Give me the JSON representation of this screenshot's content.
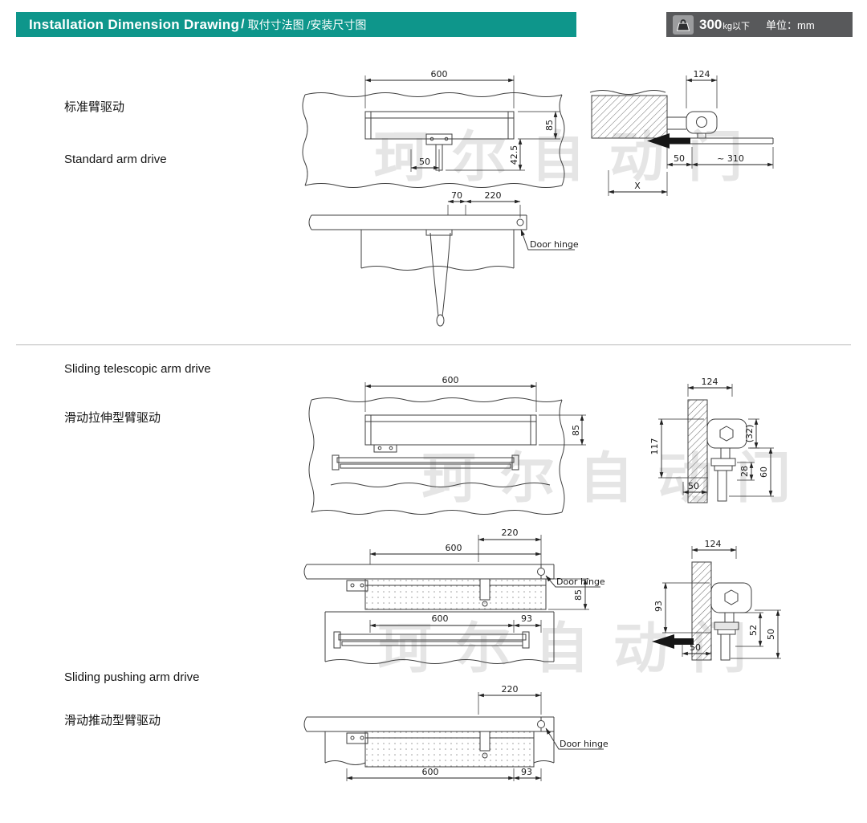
{
  "header": {
    "title_en": "Installation Dimension Drawing",
    "sep": "/",
    "title_cn": "取付寸法图 /安装尺寸图",
    "weight": "300",
    "weight_suffix": "kg以下",
    "unit": "单位：mm"
  },
  "colors": {
    "accent": "#0e968b",
    "bar": "#58595b"
  },
  "watermark": {
    "text": "珂尔自动门"
  },
  "s1": {
    "label_cn": "标准臂驱动",
    "label_en": "Standard arm drive",
    "front": {
      "len": "600",
      "h": "85",
      "drop": "42.5",
      "off": "50"
    },
    "side": {
      "depth": "124",
      "g1": "50",
      "g2": "~ 310",
      "gx": "X"
    },
    "plan": {
      "a": "70",
      "b": "220",
      "hinge": "Door hinge"
    }
  },
  "s2": {
    "label_en": "Sliding telescopic arm drive",
    "label_cn": "滑动拉伸型臂驱动",
    "front": {
      "len": "600",
      "h": "85"
    },
    "side1": {
      "depth": "124",
      "h": "117",
      "p32": "(32)",
      "p28": "28",
      "p60": "60",
      "off": "50"
    },
    "plan": {
      "a": "220",
      "len": "600",
      "h": "85",
      "hinge": "Door hinge",
      "rail": "600",
      "b": "93"
    },
    "side2": {
      "depth": "124",
      "h": "93",
      "p52": "52",
      "p50": "50",
      "off": "50"
    }
  },
  "s3": {
    "label_en": "Sliding pushing arm drive",
    "label_cn": "滑动推动型臂驱动",
    "plan": {
      "a": "220",
      "hinge": "Door hinge",
      "len": "600",
      "b": "93"
    }
  }
}
